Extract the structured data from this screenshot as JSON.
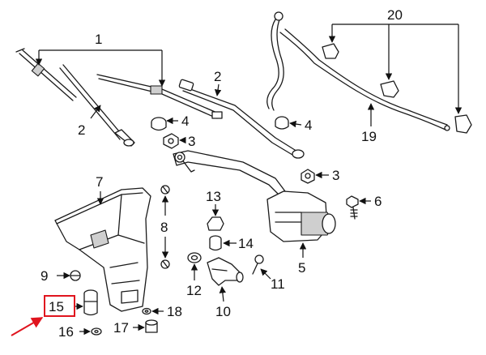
{
  "callouts": {
    "c1": "1",
    "c2a": "2",
    "c2b": "2",
    "c3a": "3",
    "c3b": "3",
    "c4a": "4",
    "c4b": "4",
    "c5": "5",
    "c6": "6",
    "c7": "7",
    "c8": "8",
    "c9": "9",
    "c10": "10",
    "c11": "11",
    "c12": "12",
    "c13": "13",
    "c14": "14",
    "c15": "15",
    "c16": "16",
    "c17": "17",
    "c18": "18",
    "c19": "19",
    "c20": "20"
  },
  "highlight": {
    "part": "15",
    "color": "#e0141e"
  }
}
